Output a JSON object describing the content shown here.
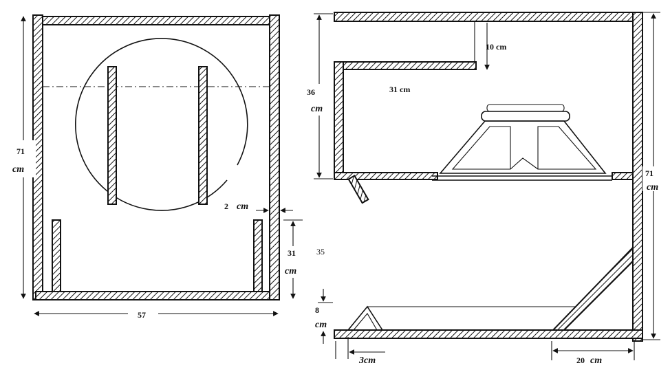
{
  "left_view": {
    "height_label": {
      "value": "71",
      "unit": "cm"
    },
    "width_label": "57",
    "gap_label": {
      "value": "2",
      "unit": "cm"
    },
    "slot_height_label": {
      "value": "31",
      "unit": "cm"
    }
  },
  "right_view": {
    "top_height_label": {
      "value": "36",
      "unit": "cm"
    },
    "shelf_gap_label": "10 cm",
    "shelf_depth_label": "31 cm",
    "total_height_label": {
      "value": "71",
      "unit": "cm"
    },
    "mid_label": "35",
    "bottom_gap_label": {
      "value": "8",
      "unit": "cm"
    },
    "ramp_label": "3cm",
    "brace_label": {
      "value": "20",
      "unit": "cm"
    }
  }
}
